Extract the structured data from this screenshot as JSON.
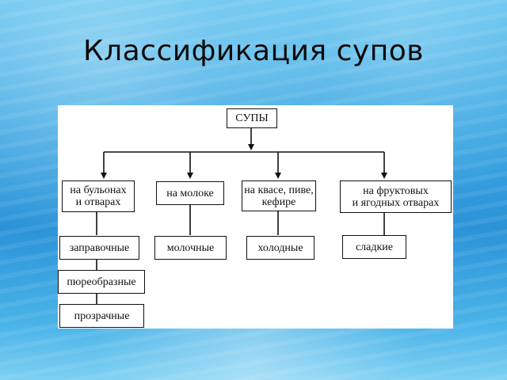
{
  "slide": {
    "title": "Классификация супов"
  },
  "diagram": {
    "root": "СУПЫ",
    "categories": [
      "на бульонах\nи отварах",
      "на молоке",
      "на квасе, пиве,\nкефире",
      "на фруктовых\nи ягодных отварах"
    ],
    "subtypes": {
      "broth": [
        "заправочные",
        "пюреобразные",
        "прозрачные"
      ],
      "milk": [
        "молочные"
      ],
      "kvass": [
        "холодные"
      ],
      "fruit": [
        "сладкие"
      ]
    }
  }
}
